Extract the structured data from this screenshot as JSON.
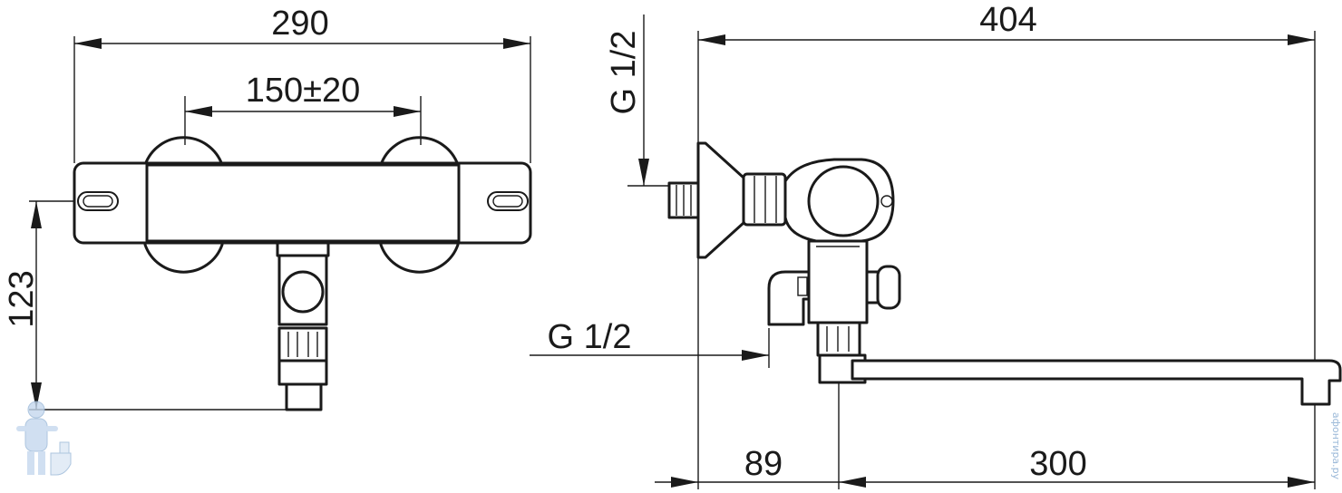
{
  "dimensions": {
    "front_total_width": "290",
    "front_center_distance": "150±20",
    "front_height": "123",
    "side_total_length": "404",
    "side_inlet_thread": "G 1/2",
    "side_outlet_thread": "G 1/2",
    "side_wall_to_outlet": "89",
    "side_spout_length": "300"
  },
  "watermark": {
    "text": "aфoнтиpa.py",
    "icon": "plumber-mascot-icon"
  },
  "colors": {
    "line": "#1a1a1a",
    "background": "#ffffff",
    "watermark": "#9ab8d8"
  }
}
